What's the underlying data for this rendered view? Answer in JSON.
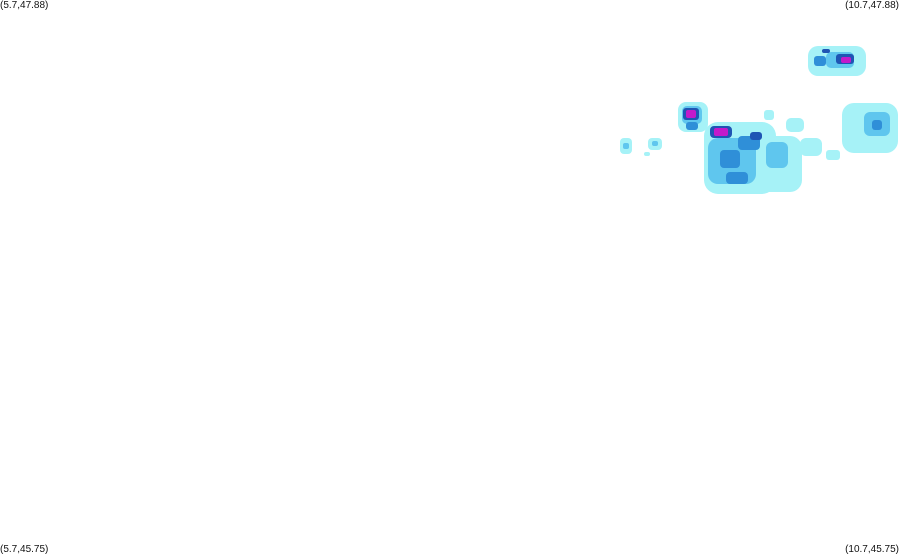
{
  "corners": {
    "top_left": "(5.7,47.88)",
    "top_right": "(10.7,47.88)",
    "bottom_left": "(5.7,45.75)",
    "bottom_right": "(10.7,45.75)"
  },
  "colors": {
    "background": "#ffffff",
    "precip_light": "#a6f2f7",
    "precip_medium": "#5fc6ee",
    "precip_heavy": "#2f8fd8",
    "precip_very_heavy": "#1f55b4",
    "precip_extreme": "#c21acb"
  }
}
